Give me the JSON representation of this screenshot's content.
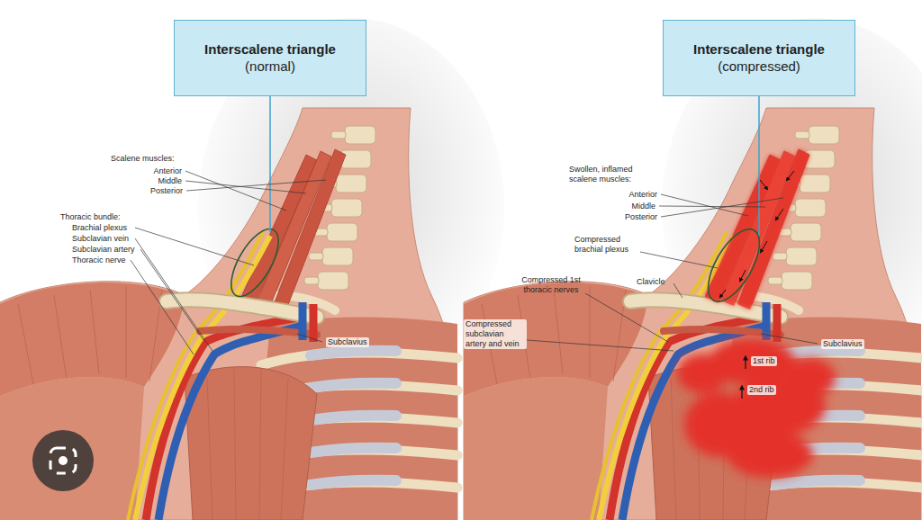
{
  "diagram": {
    "nodes": [
      {
        "text": [
          "Interscalene triangle",
          "(normal)"
        ]
      },
      {
        "text": [
          "Interscalene triangle",
          "(compressed)"
        ]
      }
    ],
    "labels": [
      "Scalene muscles:",
      "Anterior",
      "Middle",
      "Posterior",
      "Thoracic bundle:",
      "Brachial plexus",
      "Subclavian vein",
      "Subclavian artery",
      "Thoracic nerve",
      "Subclavius",
      "Swollen, inflamed scalene muscles:",
      "Anterior",
      "Middle",
      "Posterior",
      "Compressed brachial plexus",
      "Clavicle",
      "Compressed 1st thoracic nerves",
      "Compressed subclavian artery and vein",
      "Subclavius",
      "1st rib",
      "2nd rib"
    ]
  }
}
